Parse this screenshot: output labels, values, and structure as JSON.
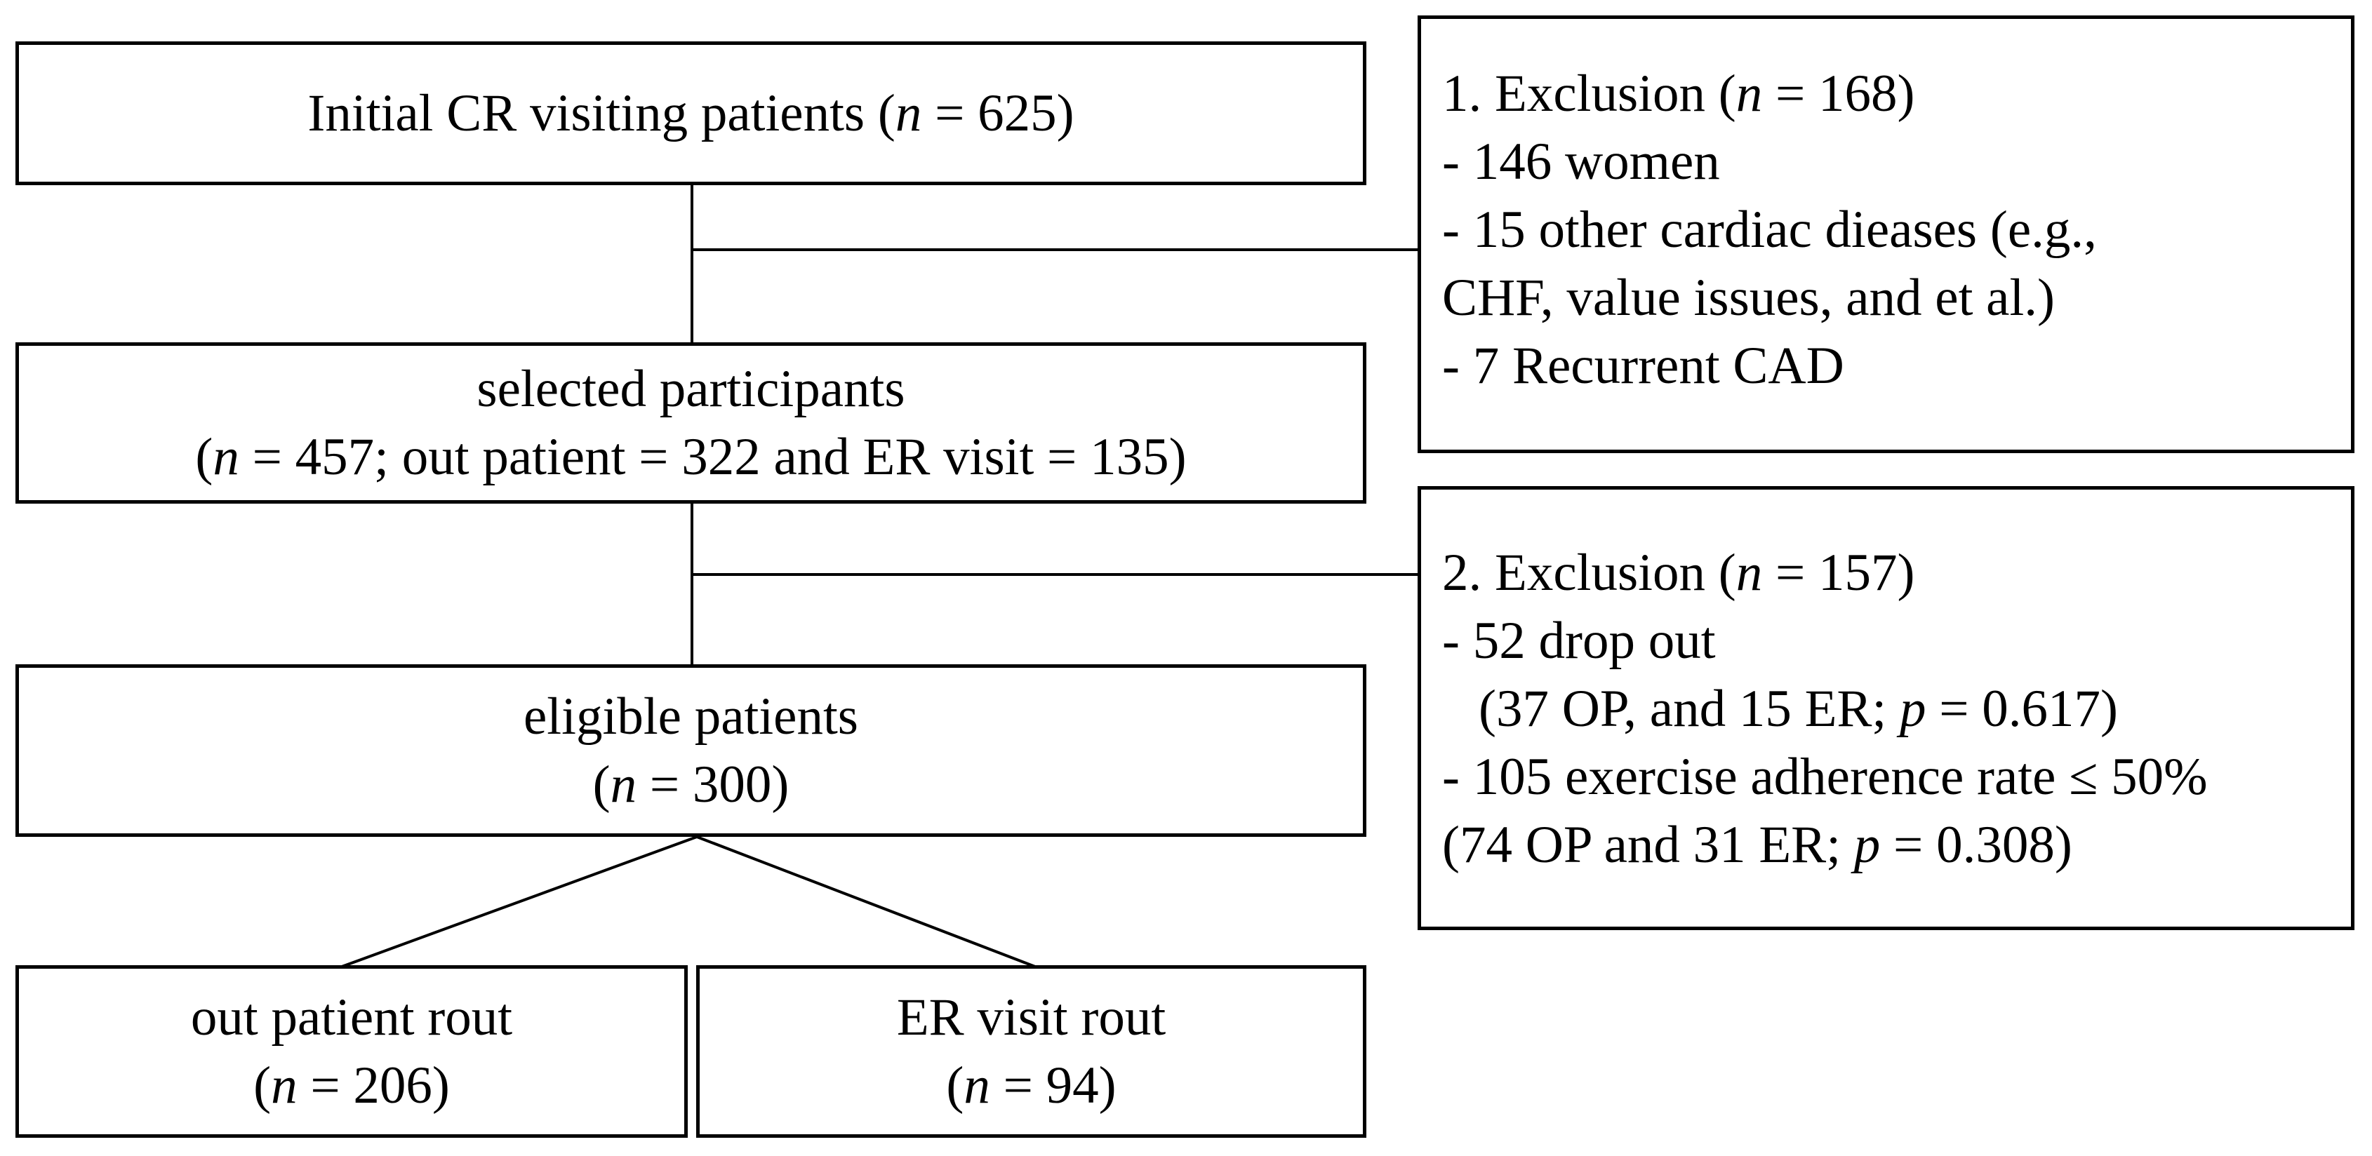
{
  "page": {
    "background_color": "#ffffff",
    "ink_color": "#000000",
    "description": "Patient selection flow diagram"
  },
  "boxes": {
    "initial": {
      "lines": [
        {
          "pre": "Initial CR visiting patients (",
          "it": "n",
          "post": " = 625)"
        }
      ]
    },
    "selected": {
      "lines": [
        {
          "pre": "selected participants"
        },
        {
          "pre": "(",
          "it": "n",
          "post": " = 457; out patient = 322 and ER visit = 135)"
        }
      ]
    },
    "eligible": {
      "lines": [
        {
          "pre": "eligible patients"
        },
        {
          "pre": "(",
          "it": "n",
          "post": " = 300)"
        }
      ]
    },
    "outpatient": {
      "lines": [
        {
          "pre": "out patient rout"
        },
        {
          "pre": "(",
          "it": "n",
          "post": " = 206)"
        }
      ]
    },
    "ervisit": {
      "lines": [
        {
          "pre": "ER visit rout"
        },
        {
          "pre": "(",
          "it": "n",
          "post": " = 94)"
        }
      ]
    },
    "exclusion1": {
      "lines": [
        {
          "pre": "1. Exclusion (",
          "it": "n",
          "post": " = 168)"
        },
        {
          "pre": "- 146 women"
        },
        {
          "pre": "- 15 other cardiac dieases (e.g.,"
        },
        {
          "pre": "CHF, value issues, and et al.)"
        },
        {
          "pre": "- 7 Recurrent CAD"
        }
      ]
    },
    "exclusion2": {
      "lines": [
        {
          "pre": "2. Exclusion (",
          "it": "n",
          "post": " = 157)"
        },
        {
          "pre": "- 52 drop out"
        },
        {
          "pre": "(37 OP, and 15 ER; ",
          "it": "p",
          "post": " = 0.617)"
        },
        {
          "pre": "- 105 exercise adherence rate ≤ 50%"
        },
        {
          "pre": "(74 OP and 31 ER; ",
          "it": "p",
          "post": " = 0.308)"
        }
      ]
    }
  }
}
